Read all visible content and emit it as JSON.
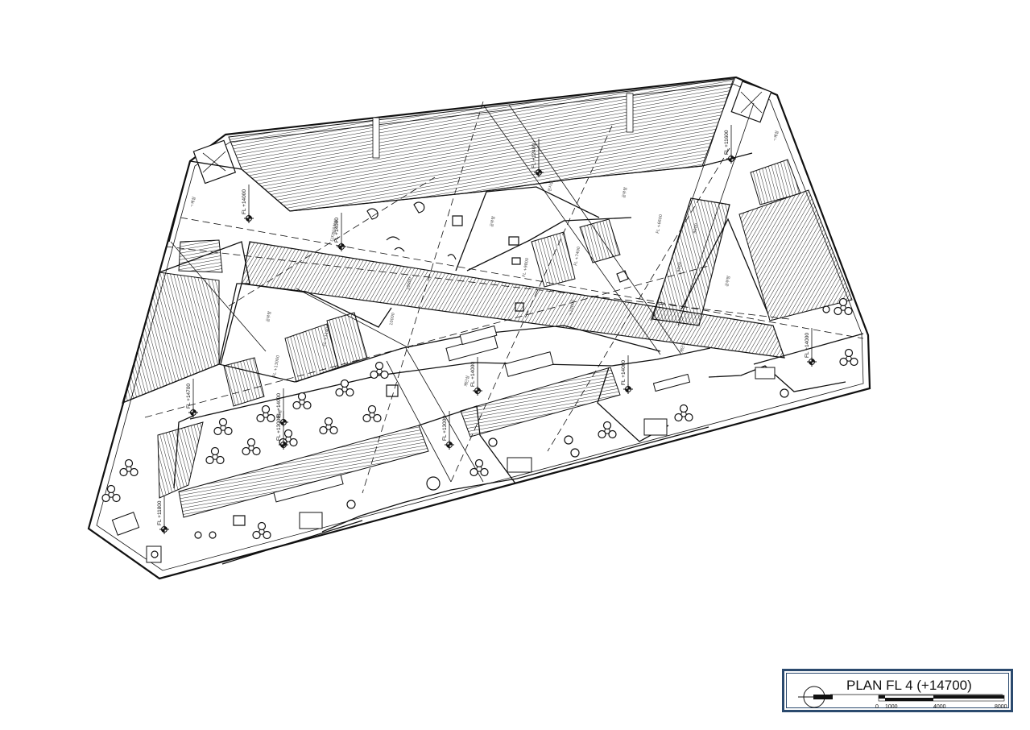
{
  "title_block": {
    "title": "PLAN FL 4 (+14700)",
    "scale_labels": [
      "0",
      "1000",
      "4000",
      "8000"
    ]
  },
  "level_markers": [
    "FL +14000",
    "FL +14000",
    "FL +14700",
    "FL +13000",
    "FL +13000",
    "FL +14000",
    "FL +14000",
    "FL +12400",
    "FL +11600",
    "FL +14000",
    "FL +14000",
    "FL +11800"
  ],
  "colors": {
    "ink": "#111111",
    "frame": "#2b4a6e"
  }
}
